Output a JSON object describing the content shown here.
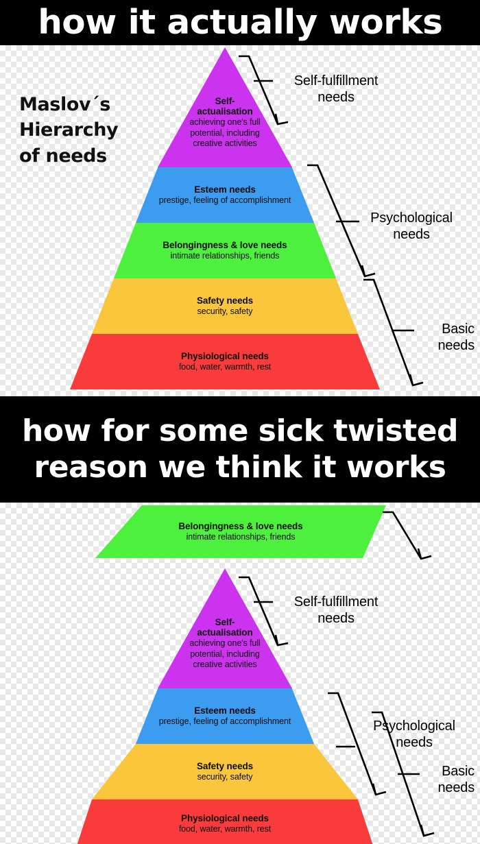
{
  "meme": {
    "top_caption": "how it actually works",
    "middle_caption_line1": "how for some sick twisted",
    "middle_caption_line2": "reason we think it works"
  },
  "chart_data": {
    "type": "diagram",
    "subtype": "pyramid",
    "title_line1": "Maslov´s",
    "title_line2": "Hierarchy",
    "title_line3": "of needs",
    "tiers": [
      {
        "key": "self-actualisation",
        "title_line1": "Self-",
        "title_line2": "actualisation",
        "subtitle_line1": "achieving one's full",
        "subtitle_line2": "potential, including",
        "subtitle_line3": "creative activities",
        "color": "#CC33EE"
      },
      {
        "key": "esteem",
        "title": "Esteem needs",
        "subtitle": "prestige, feeling of accomplishment",
        "color": "#3B9CF0"
      },
      {
        "key": "belongingness",
        "title": "Belongingness & love needs",
        "subtitle": "intimate relationships, friends",
        "color": "#4DF03D"
      },
      {
        "key": "safety",
        "title": "Safety needs",
        "subtitle": "security, safety",
        "color": "#FAC63C"
      },
      {
        "key": "physiological",
        "title": "Physiological needs",
        "subtitle": "food, water, warmth, rest",
        "color": "#F93B3B"
      }
    ],
    "groups": [
      {
        "key": "self-fulfillment",
        "line1": "Self-fulfillment",
        "line2": "needs"
      },
      {
        "key": "psychological",
        "line1": "Psychological",
        "line2": "needs"
      },
      {
        "key": "basic",
        "line1": "Basic",
        "line2": "needs"
      }
    ]
  }
}
